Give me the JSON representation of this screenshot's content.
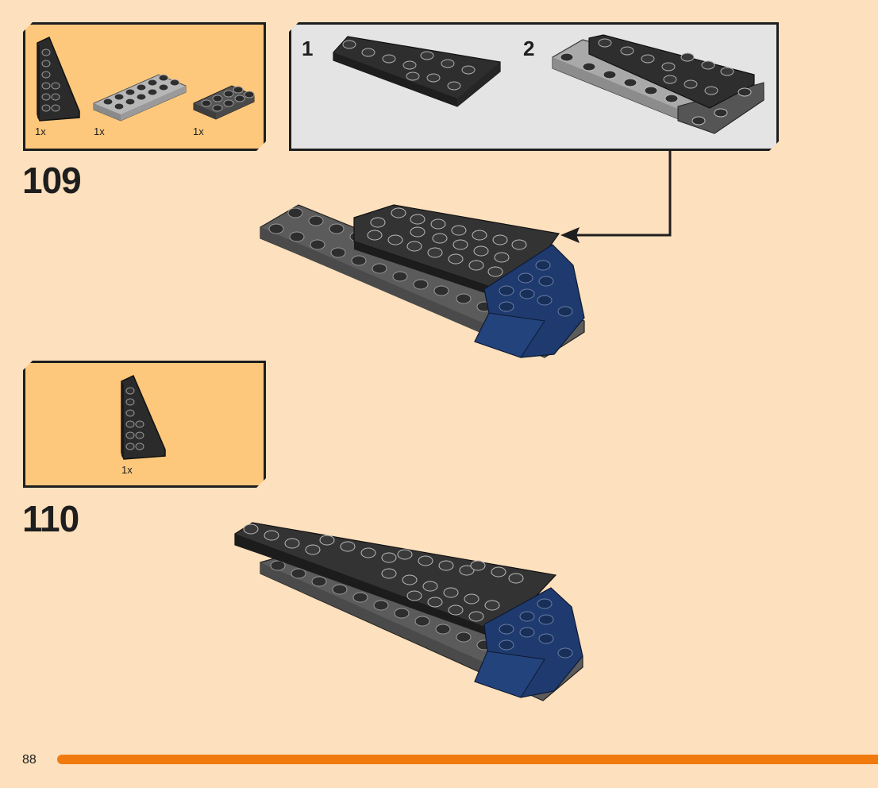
{
  "steps": [
    {
      "number": "109",
      "parts": [
        {
          "name": "black-wedge-plate",
          "qty": "1x"
        },
        {
          "name": "light-gray-plate-2x6",
          "qty": "1x"
        },
        {
          "name": "dark-gray-plate-2x4",
          "qty": "1x"
        }
      ],
      "substeps": [
        {
          "label": "1"
        },
        {
          "label": "2"
        }
      ]
    },
    {
      "number": "110",
      "parts": [
        {
          "name": "black-wedge-plate",
          "qty": "1x"
        }
      ]
    }
  ],
  "page": {
    "number": "88"
  },
  "colors": {
    "background": "#fde0bd",
    "parts_box": "#fdc87c",
    "subassembly_box": "#e4e4e4",
    "page_bar": "#f07a0e",
    "black_brick": "#2b2b2b",
    "dark_gray_brick": "#5a5a5a",
    "light_gray_brick": "#a8a8a8",
    "blue_brick": "#1f3a6e"
  }
}
